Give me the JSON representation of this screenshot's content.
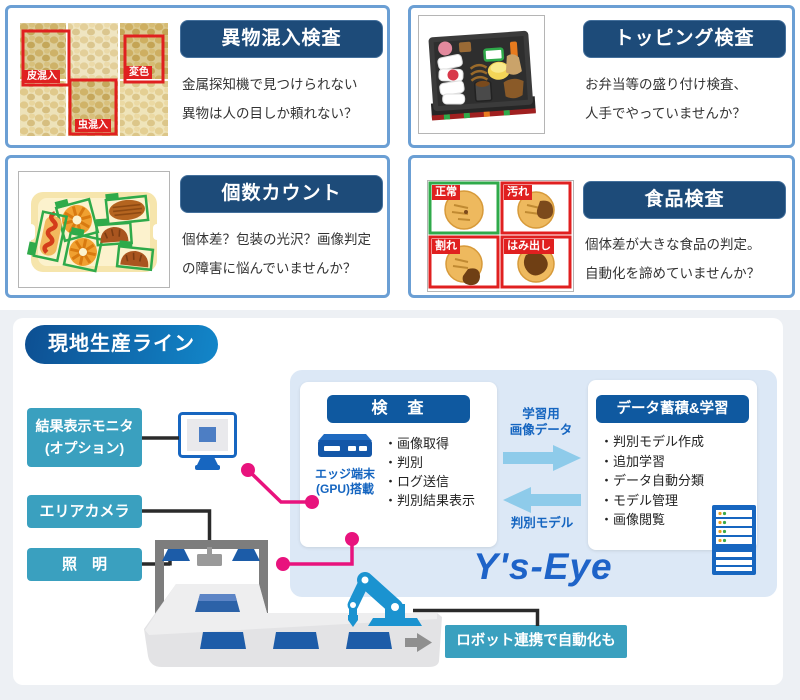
{
  "cards": [
    {
      "title": "異物混入検査",
      "desc1": "金属探知機で見つけられない",
      "desc2": "異物は人の目しか頼れない？",
      "labels": [
        "皮混入",
        "変色",
        "虫混入"
      ]
    },
    {
      "title": "トッピング検査",
      "desc1": "お弁当等の盛り付け検査、",
      "desc2": "人手でやっていませんか？"
    },
    {
      "title": "個数カウント",
      "desc1": "個体差？包装の光沢？画像判定",
      "desc2": "の障害に悩んでいませんか？"
    },
    {
      "title": "食品検査",
      "desc1": "個体差が大きな食品の判定。",
      "desc2": "自動化を諦めていませんか？",
      "labels": [
        "正常",
        "汚れ",
        "割れ",
        "はみ出し"
      ]
    }
  ],
  "diagram": {
    "badge": "現地生産ライン",
    "monitor_box": {
      "line1": "結果表示モニタ",
      "line2": "(オプション)"
    },
    "camera_box": "エリアカメラ",
    "light_box": "照　明",
    "inspection": {
      "title": "検　査",
      "device_line1": "エッジ端末",
      "device_line2": "(GPU)搭載",
      "items": [
        "画像取得",
        "判別",
        "ログ送信",
        "判別結果表示"
      ]
    },
    "learning": {
      "title": "データ蓄積&学習",
      "items": [
        "判別モデル作成",
        "追加学習",
        "データ自動分類",
        "モデル管理",
        "画像閲覧"
      ]
    },
    "arrow_to_learning": {
      "line1": "学習用",
      "line2": "画像データ"
    },
    "arrow_to_inspection": "判別モデル",
    "logo": "Y's-Eye",
    "robot_note": "ロボット連携で自動化も"
  },
  "colors": {
    "card_border": "#6b9fd4",
    "title_bg": "#1d4b79",
    "teal": "#3aa0bf",
    "accent_pink": "#e8137d",
    "accent_blue": "#1565c0",
    "panel_blue": "#dce8f6",
    "header_blue": "#0f59a0",
    "detect_red": "#e02020",
    "detect_green": "#2faa4a"
  }
}
